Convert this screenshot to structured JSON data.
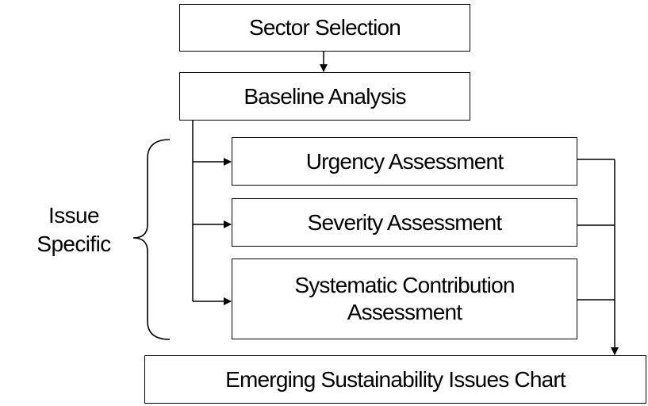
{
  "diagram": {
    "boxes": {
      "sector_selection": "Sector Selection",
      "baseline_analysis": "Baseline Analysis",
      "urgency_assessment": "Urgency Assessment",
      "severity_assessment": "Severity Assessment",
      "systematic_line1": "Systematic Contribution",
      "systematic_line2": "Assessment",
      "emerging_chart": "Emerging Sustainability Issues Chart"
    },
    "side_label": {
      "line1": "Issue",
      "line2": "Specific"
    }
  }
}
